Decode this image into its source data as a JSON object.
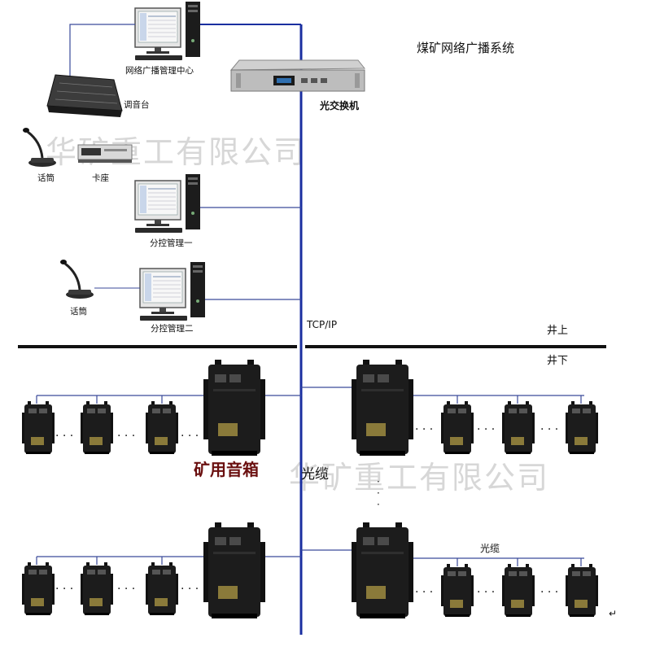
{
  "title": "煤矿网络广播系统",
  "watermark": "华矿重工有限公司",
  "labels": {
    "management_center": "网络广播管理中心",
    "mixer": "调音台",
    "microphone": "话筒",
    "cassette_deck": "卡座",
    "branch_control_1": "分控管理一",
    "branch_control_2": "分控管理二",
    "optical_switch": "光交换机",
    "protocol": "TCP/IP",
    "above_ground": "井上",
    "underground": "井下",
    "mining_speaker": "矿用音箱",
    "fiber_cable": "光缆",
    "ellipsis_horizontal": "· · ·",
    "ellipsis_vertical": "·\n·\n·",
    "return_mark": "↵"
  },
  "colors": {
    "backbone_line": "#1a2fa0",
    "ground_line": "#111111",
    "connector_line": "#3a4a9a",
    "device_dark": "#1c1c1c",
    "speaker_label_red": "#6a0f0f",
    "watermark": "#d7d7d7"
  },
  "icons": {
    "computer": "desktop-computer-icon",
    "mixer": "audio-mixer-icon",
    "microphone": "gooseneck-microphone-icon",
    "deck": "cassette-deck-icon",
    "switch": "rack-switch-icon",
    "speaker_large": "mining-speaker-large-icon",
    "speaker_small": "mining-speaker-small-icon"
  }
}
